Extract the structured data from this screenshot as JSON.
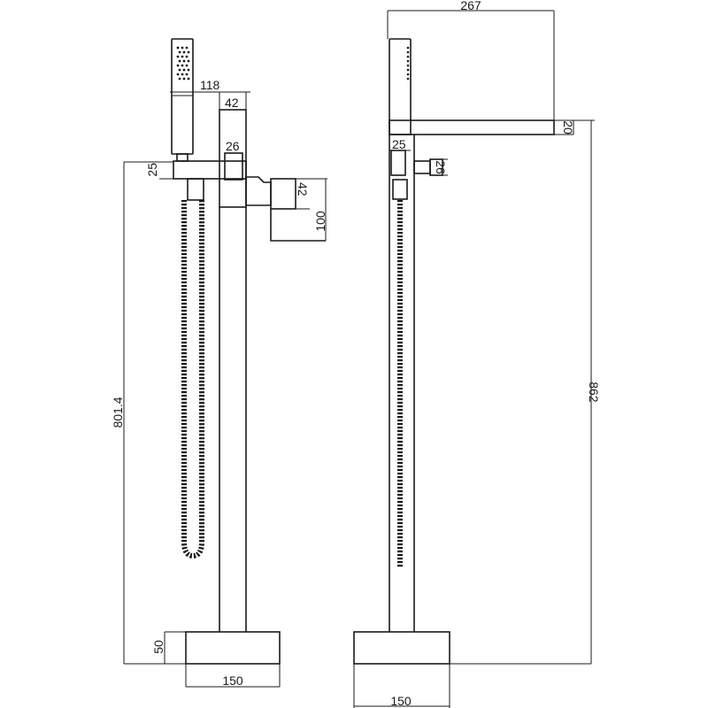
{
  "diagram": {
    "front_view": {
      "dims": {
        "head_width": "118",
        "lever_width": "42",
        "holder_width": "26",
        "arm_height": "25",
        "spout_height": "42",
        "spout_drop": "100",
        "height": "801.4",
        "base_height": "50",
        "base_width": "150"
      }
    },
    "side_view": {
      "dims": {
        "arm_reach": "267",
        "arm_height": "20",
        "holder_height": "25",
        "knob_height": "26",
        "total_height": "862",
        "base_width": "150"
      }
    }
  }
}
